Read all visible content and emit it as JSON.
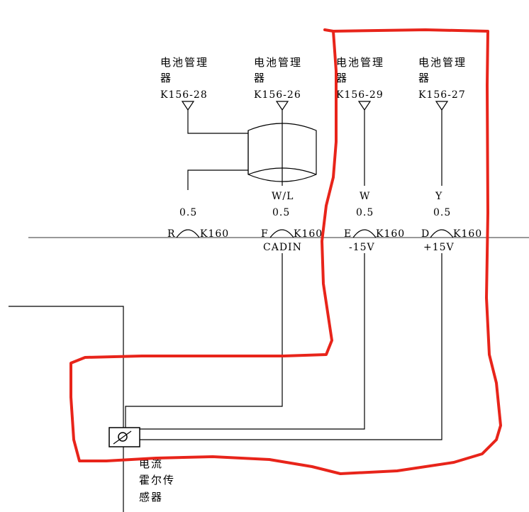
{
  "connectors": [
    {
      "line1": "电池管理",
      "line2": "器",
      "pin": "K156-28"
    },
    {
      "line1": "电池管理",
      "line2": "器",
      "pin": "K156-26"
    },
    {
      "line1": "电池管理",
      "line2": "器",
      "pin": "K156-29"
    },
    {
      "line1": "电池管理",
      "line2": "器",
      "pin": "K156-27"
    }
  ],
  "wires": [
    {
      "color": "",
      "gauge": "0.5",
      "pin_letter": "R",
      "connector": "K160",
      "signal": ""
    },
    {
      "color": "W/L",
      "gauge": "0.5",
      "pin_letter": "F",
      "connector": "K160",
      "signal": "CADIN"
    },
    {
      "color": "W",
      "gauge": "0.5",
      "pin_letter": "E",
      "connector": "K160",
      "signal": "-15V"
    },
    {
      "color": "Y",
      "gauge": "0.5",
      "pin_letter": "D",
      "connector": "K160",
      "signal": "+15V"
    }
  ],
  "sensor": {
    "line1": "电流",
    "line2": "霍尔传",
    "line3": "感器"
  },
  "highlight_color": "#e8241a"
}
